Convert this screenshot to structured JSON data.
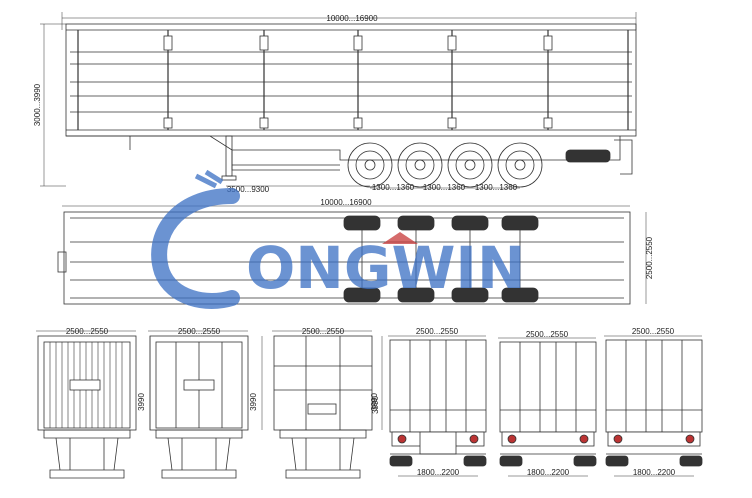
{
  "side_view": {
    "overall_length": "10000...16900",
    "height": "3000...3990",
    "kingpin_to_axle": "3500...9300",
    "axle_spacings": [
      "1300...1360",
      "1300...1360",
      "1300...1360"
    ]
  },
  "top_view": {
    "overall_length": "10000...16900",
    "width": "2500...2550"
  },
  "rear_views": [
    {
      "width": "2500...2550",
      "height": "3990",
      "style": "corrugated-door"
    },
    {
      "width": "2500...2550",
      "height": "3990",
      "style": "twin-door"
    },
    {
      "width": "2500...2550",
      "height": "3990",
      "style": "grid-door"
    },
    {
      "width": "2500...2550",
      "height": "3990",
      "track": "1800...2200",
      "style": "curtain-rear"
    },
    {
      "width": "2500...2550",
      "track": "1800...2200",
      "style": "curtain-rear"
    },
    {
      "width": "2500...2550",
      "track": "1800...2200",
      "style": "curtain-rear"
    }
  ],
  "watermark": {
    "text": "ONGWIN",
    "colors": [
      "#3a6fc4",
      "#c83a3a"
    ]
  }
}
